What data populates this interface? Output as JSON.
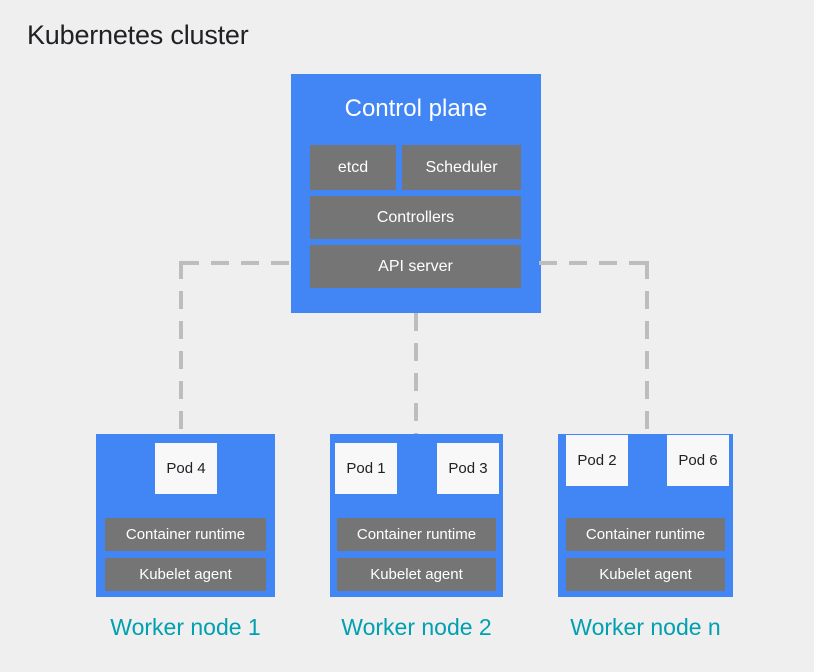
{
  "diagram": {
    "title": "Kubernetes cluster",
    "colors": {
      "background": "#efefef",
      "node_blue": "#4285f4",
      "component_gray": "#757575",
      "pod_white": "#f8f8f8",
      "label_teal": "#00a0b0",
      "connector_gray": "#bdbdbd",
      "title_text": "#202124"
    }
  },
  "control_plane": {
    "title": "Control plane",
    "components": [
      {
        "id": "etcd",
        "label": "etcd"
      },
      {
        "id": "scheduler",
        "label": "Scheduler"
      },
      {
        "id": "controllers",
        "label": "Controllers"
      },
      {
        "id": "api_server",
        "label": "API server"
      }
    ]
  },
  "worker_nodes": [
    {
      "id": "worker-node-1",
      "label": "Worker node 1",
      "pods": [
        {
          "label": "Pod 4"
        }
      ],
      "components": [
        {
          "label": "Container runtime"
        },
        {
          "label": "Kubelet agent"
        }
      ]
    },
    {
      "id": "worker-node-2",
      "label": "Worker node 2",
      "pods": [
        {
          "label": "Pod 1"
        },
        {
          "label": "Pod 3"
        }
      ],
      "components": [
        {
          "label": "Container runtime"
        },
        {
          "label": "Kubelet agent"
        }
      ]
    },
    {
      "id": "worker-node-n",
      "label": "Worker node n",
      "pods": [
        {
          "label": "Pod 2"
        },
        {
          "label": "Pod 6"
        }
      ],
      "components": [
        {
          "label": "Container runtime"
        },
        {
          "label": "Kubelet agent"
        }
      ]
    }
  ],
  "connectors": [
    {
      "id": "api-server-to-worker-1",
      "style": "dashed",
      "from": "api_server",
      "to": "worker-node-1"
    },
    {
      "id": "api-server-to-worker-2",
      "style": "dashed",
      "from": "api_server",
      "to": "worker-node-2"
    },
    {
      "id": "api-server-to-worker-n",
      "style": "dashed",
      "from": "api_server",
      "to": "worker-node-n"
    }
  ]
}
